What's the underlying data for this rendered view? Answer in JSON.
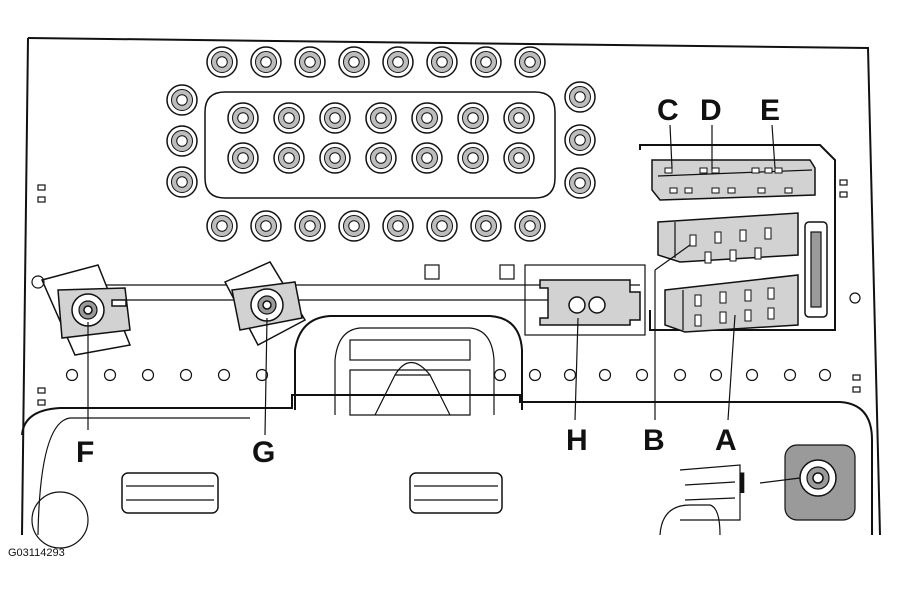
{
  "figure_id": "G03114293",
  "callouts": {
    "A": "A",
    "B": "B",
    "C": "C",
    "D": "D",
    "E": "E",
    "F": "F",
    "G": "G",
    "H": "H",
    "I": "I"
  },
  "colors": {
    "line": "#111111",
    "fill_light": "#d2d2d2",
    "fill_dark": "#9a9a9a",
    "background": "#ffffff"
  }
}
